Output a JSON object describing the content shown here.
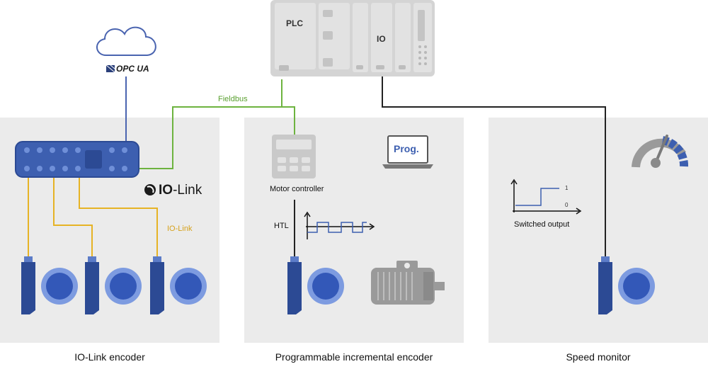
{
  "cloud": {
    "protocol_label": "OPC UA"
  },
  "plc": {
    "label": "PLC",
    "io_label": "IO"
  },
  "connections": {
    "fieldbus_label": "Fieldbus"
  },
  "io_link_panel": {
    "logo_text_bold": "IO",
    "logo_text_rest": "-Link",
    "cable_label": "IO-Link",
    "caption": "IO-Link encoder"
  },
  "programmable_panel": {
    "motor_controller_label": "Motor controller",
    "signal_label": "HTL",
    "laptop_screen_text": "Prog.",
    "caption": "Programmable incremental encoder"
  },
  "speed_panel": {
    "chart_label": "Switched output",
    "level_high": "1",
    "level_low": "0",
    "caption": "Speed monitor"
  },
  "colors": {
    "panel_bg": "#ebebeb",
    "device_blue": "#3d5fb0",
    "device_blue_dark": "#2c4a94",
    "device_gray": "#9a9a9a",
    "fieldbus_green": "#6db33f",
    "io_link_yellow": "#e6b325",
    "cloud_blue": "#4a64b0"
  }
}
